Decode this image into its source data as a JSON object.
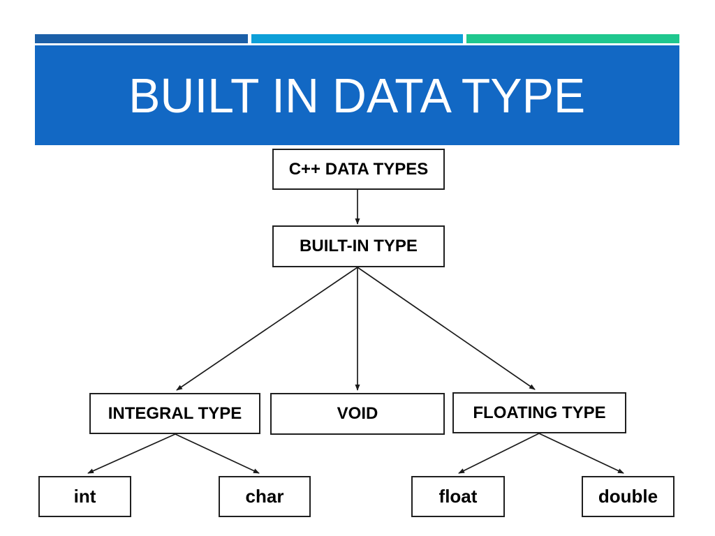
{
  "slide": {
    "title": "BUILT IN DATA TYPE",
    "colors": {
      "banner_background": "#1268c4",
      "title_text": "#ffffff",
      "accent_bar_dark_blue": "#1b5fa8",
      "accent_bar_light_blue": "#0d9fd8",
      "accent_bar_green": "#1fc78e",
      "box_border": "#1f1f1f",
      "box_text": "#000000",
      "arrow": "#1a1a1a"
    }
  },
  "diagram": {
    "nodes": {
      "root": {
        "label": "C++ DATA TYPES"
      },
      "builtin": {
        "label": "BUILT-IN TYPE"
      },
      "integral": {
        "label": "INTEGRAL TYPE"
      },
      "void_t": {
        "label": "VOID"
      },
      "floating": {
        "label": "FLOATING TYPE"
      },
      "int_t": {
        "label": "int"
      },
      "char_t": {
        "label": "char"
      },
      "float_t": {
        "label": "float"
      },
      "double_t": {
        "label": "double"
      }
    },
    "edges": [
      {
        "from": "C++ DATA TYPES",
        "to": "BUILT-IN TYPE"
      },
      {
        "from": "BUILT-IN TYPE",
        "to": "INTEGRAL TYPE"
      },
      {
        "from": "BUILT-IN TYPE",
        "to": "VOID"
      },
      {
        "from": "BUILT-IN TYPE",
        "to": "FLOATING TYPE"
      },
      {
        "from": "INTEGRAL TYPE",
        "to": "int"
      },
      {
        "from": "INTEGRAL TYPE",
        "to": "char"
      },
      {
        "from": "FLOATING TYPE",
        "to": "float"
      },
      {
        "from": "FLOATING TYPE",
        "to": "double"
      }
    ]
  }
}
